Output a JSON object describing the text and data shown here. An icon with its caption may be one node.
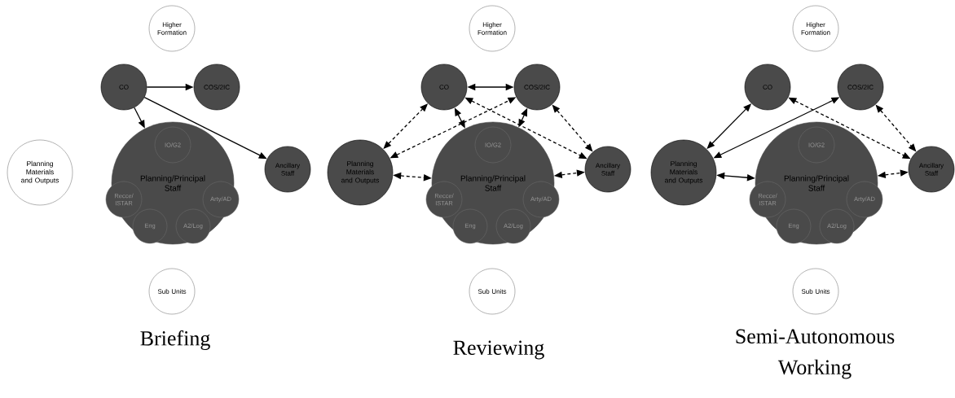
{
  "diagram": {
    "nodes": [
      {
        "text": [
          "Higher Formation"
        ]
      },
      {
        "text": [
          "CO"
        ]
      },
      {
        "text": [
          "COS/2IC"
        ]
      },
      {
        "text": [
          "Planning Materials and Outputs"
        ]
      },
      {
        "text": [
          "Planning/Principal Staff"
        ]
      },
      {
        "text": [
          "IO/G2"
        ],
        "in": 4
      },
      {
        "text": [
          "Recce/ ISTAR"
        ],
        "in": 4
      },
      {
        "text": [
          "Arty/AD"
        ],
        "in": 4
      },
      {
        "text": [
          "Eng"
        ],
        "in": 4
      },
      {
        "text": [
          "A2/Log"
        ],
        "in": 4
      },
      {
        "text": [
          "Ancillary Staff"
        ]
      },
      {
        "text": [
          "Sub Units"
        ]
      },
      {
        "text": [
          "Higher Formation"
        ]
      },
      {
        "text": [
          "CO"
        ]
      },
      {
        "text": [
          "COS/2IC"
        ]
      },
      {
        "text": [
          "Planning Materials and Outputs"
        ]
      },
      {
        "text": [
          "Planning/Principal Staff"
        ]
      },
      {
        "text": [
          "IO/G2"
        ],
        "in": 16
      },
      {
        "text": [
          "Recce/ ISTAR"
        ],
        "in": 16
      },
      {
        "text": [
          "Arty/AD"
        ],
        "in": 16
      },
      {
        "text": [
          "Eng"
        ],
        "in": 16
      },
      {
        "text": [
          "A2/Log"
        ],
        "in": 16
      },
      {
        "text": [
          "Ancillary Staff"
        ]
      },
      {
        "text": [
          "Sub Units"
        ]
      },
      {
        "text": [
          "Higher Formation"
        ]
      },
      {
        "text": [
          "CO"
        ]
      },
      {
        "text": [
          "COS/2IC"
        ]
      },
      {
        "text": [
          "Planning Materials and Outputs"
        ]
      },
      {
        "text": [
          "Planning/Principal Staff"
        ]
      },
      {
        "text": [
          "IO/G2"
        ],
        "in": 28
      },
      {
        "text": [
          "Recce/ ISTAR"
        ],
        "in": 28
      },
      {
        "text": [
          "Arty/AD"
        ],
        "in": 28
      },
      {
        "text": [
          "Eng"
        ],
        "in": 28
      },
      {
        "text": [
          "A2/Log"
        ],
        "in": 28
      },
      {
        "text": [
          "Ancillary Staff"
        ]
      },
      {
        "text": [
          "Sub Units"
        ]
      }
    ],
    "edges": [
      {
        "from": 1,
        "to": 2,
        "arrow": "to"
      },
      {
        "from": 1,
        "to": 4,
        "arrow": "to"
      },
      {
        "from": 1,
        "to": 10,
        "arrow": "to"
      },
      {
        "from": 13,
        "to": 14,
        "arrow": "both"
      },
      {
        "from": 13,
        "to": 16,
        "arrow": "both"
      },
      {
        "from": 14,
        "to": 16,
        "arrow": "both"
      },
      {
        "from": 15,
        "to": 13,
        "arrow": "both",
        "style": "dashed"
      },
      {
        "from": 15,
        "to": 14,
        "arrow": "both",
        "style": "dashed"
      },
      {
        "from": 13,
        "to": 22,
        "arrow": "both",
        "style": "dashed"
      },
      {
        "from": 14,
        "to": 22,
        "arrow": "both",
        "style": "dashed"
      },
      {
        "from": 15,
        "to": 16,
        "arrow": "both",
        "style": "dashed"
      },
      {
        "from": 16,
        "to": 22,
        "arrow": "both",
        "style": "dashed"
      },
      {
        "from": 27,
        "to": 25,
        "arrow": "both"
      },
      {
        "from": 27,
        "to": 26,
        "arrow": "both"
      },
      {
        "from": 25,
        "to": 34,
        "arrow": "both",
        "style": "dashed"
      },
      {
        "from": 26,
        "to": 34,
        "arrow": "both",
        "style": "dashed"
      },
      {
        "from": 27,
        "to": 28,
        "arrow": "both"
      },
      {
        "from": 28,
        "to": 34,
        "arrow": "both",
        "style": "dashed"
      }
    ],
    "labels": [
      "Briefing",
      "Reviewing",
      "Semi-Autonomous Working"
    ]
  }
}
